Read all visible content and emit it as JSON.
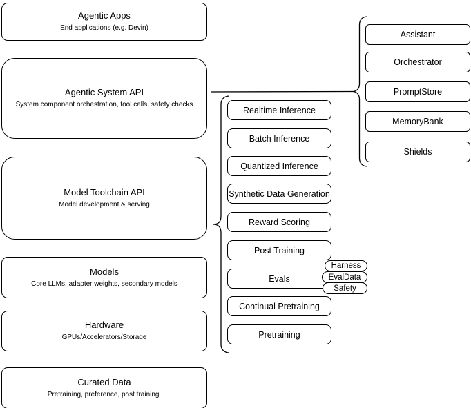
{
  "diagram": {
    "background_color": "#ffffff",
    "stroke_color": "#000000",
    "left_column": {
      "boxes": [
        {
          "title": "Agentic Apps",
          "subtitle": "End applications (e.g. Devin)"
        },
        {
          "title": "Agentic System API",
          "subtitle": "System component orchestration, tool calls, safety checks"
        },
        {
          "title": "Model Toolchain API",
          "subtitle": "Model development & serving"
        },
        {
          "title": "Models",
          "subtitle": "Core LLMs, adapter weights, secondary models"
        },
        {
          "title": "Hardware",
          "subtitle": "GPUs/Accelerators/Storage"
        },
        {
          "title": "Curated Data",
          "subtitle": "Pretraining, preference, post training."
        }
      ]
    },
    "toolchain_group": {
      "items": [
        {
          "label": "Realtime Inference"
        },
        {
          "label": "Batch Inference"
        },
        {
          "label": "Quantized Inference"
        },
        {
          "label": "Synthetic Data Generation"
        },
        {
          "label": "Reward Scoring"
        },
        {
          "label": "Post Training"
        },
        {
          "label": "Evals"
        },
        {
          "label": "Continual Pretraining"
        },
        {
          "label": "Pretraining"
        }
      ],
      "evals_tags": [
        {
          "label": "Harness"
        },
        {
          "label": "EvalData"
        },
        {
          "label": "Safety"
        }
      ]
    },
    "system_group": {
      "items": [
        {
          "label": "Assistant"
        },
        {
          "label": "Orchestrator"
        },
        {
          "label": "PromptStore"
        },
        {
          "label": "MemoryBank"
        },
        {
          "label": "Shields"
        }
      ]
    }
  }
}
